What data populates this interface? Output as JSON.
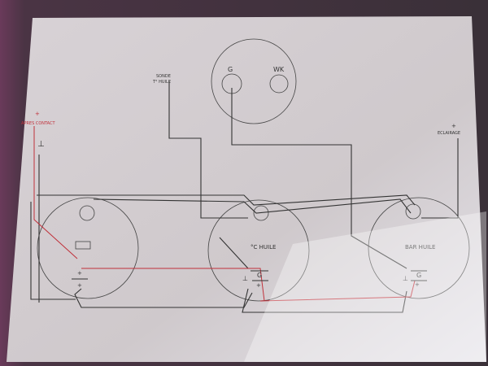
{
  "labels": {
    "gauge_top_g": "G",
    "gauge_top_wk": "WK",
    "sonde": "SONDE",
    "sonde2": "T° HUILE",
    "apres_contact_plus": "+",
    "apres_contact": "APRES CONTACT",
    "ground": "⊥",
    "eclairage_plus": "+",
    "eclairage": "ECLAIRAGE",
    "temp_gauge": "°C HUILE",
    "bar_gauge": "BAR HUILE",
    "term_g1": "G",
    "term_g2": "G",
    "term_plus1": "+",
    "term_plus2": "+",
    "term_plus3": "+",
    "term_plus3b": "+",
    "ground2": "⊥",
    "ground3": "⊥"
  },
  "colors": {
    "paper": "#dcd6d8",
    "wire_black": "#333333",
    "wire_red": "#c0303a"
  }
}
